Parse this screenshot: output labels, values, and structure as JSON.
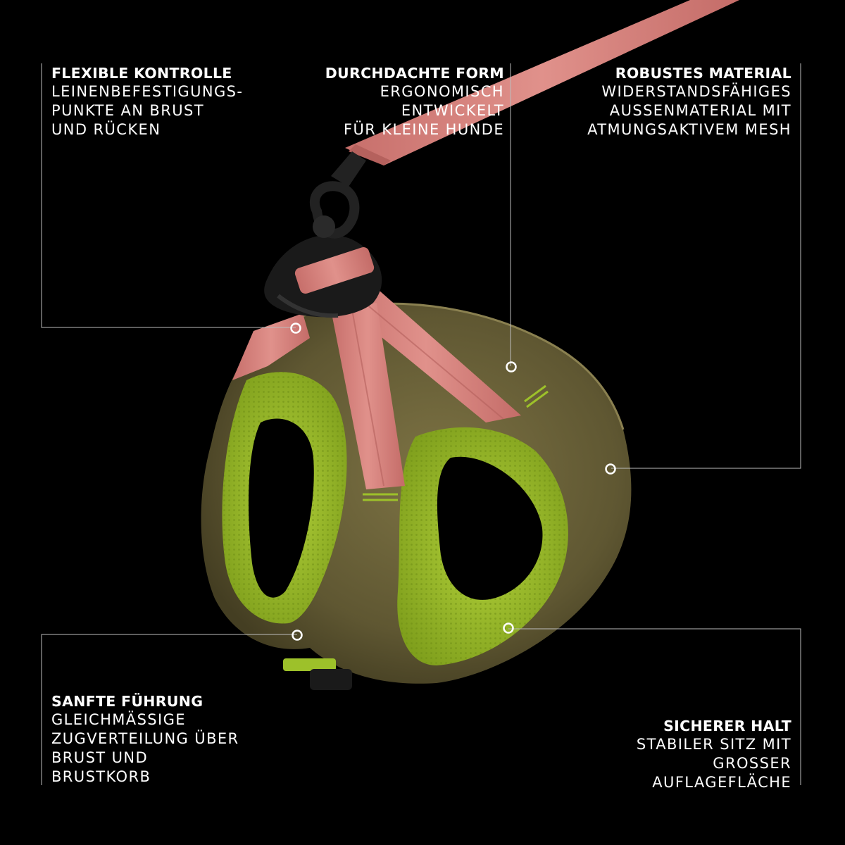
{
  "features": {
    "flexible_kontrolle": {
      "title": "FLEXIBLE KONTROLLE",
      "line1": "LEINENBEFESTIGUNGS-",
      "line2": "PUNKTE AN BRUST",
      "line3": "UND RÜCKEN"
    },
    "durchdachte_form": {
      "title": "DURCHDACHTE FORM",
      "line1": "ERGONOMISCH",
      "line2": "ENTWICKELT",
      "line3": "FÜR KLEINE HUNDE"
    },
    "robustes_material": {
      "title": "ROBUSTES MATERIAL",
      "line1": "WIDERSTANDSFÄHIGES",
      "line2": "AUSSENMATERIAL MIT",
      "line3": "ATMUNGSAKTIVEM MESH"
    },
    "sanfte_fuehrung": {
      "title": "SANFTE FÜHRUNG",
      "line1": "GLEICHMÄSSIGE",
      "line2": "ZUGVERTEILUNG ÜBER",
      "line3": "BRUST UND",
      "line4": "BRUSTKORB"
    },
    "sicherer_halt": {
      "title": "SICHERER HALT",
      "line1": "STABILER SITZ MIT",
      "line2": "GROSSER",
      "line3": "AUFLAGEFLÄCHE"
    }
  },
  "colors": {
    "background": "#000000",
    "text": "#ffffff",
    "callout_line": "#bdbdbd",
    "harness_olive": "#6b6238",
    "mesh_green": "#9dc12a",
    "strap_pink": "#d9827d",
    "clip_black": "#1a1a1a"
  },
  "icons": [
    "callout-dot",
    "leash-clip"
  ]
}
